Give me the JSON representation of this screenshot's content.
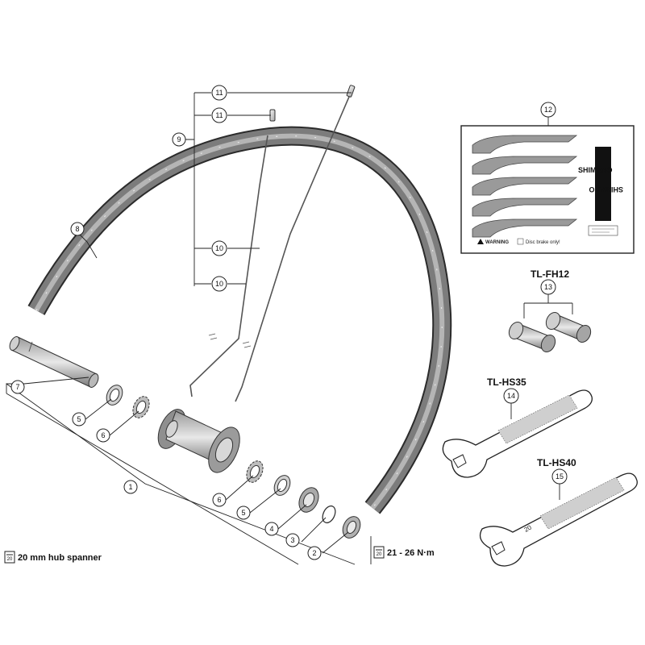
{
  "callouts": {
    "c1": "1",
    "c2": "2",
    "c3": "3",
    "c4": "4",
    "c5a": "5",
    "c5b": "5",
    "c6a": "6",
    "c6b": "6",
    "c7": "7",
    "c8": "8",
    "c9": "9",
    "c10a": "10",
    "c10b": "10",
    "c11a": "11",
    "c11b": "11",
    "c12": "12",
    "c13": "13",
    "c14": "14",
    "c15": "15"
  },
  "tools": {
    "fh12": "TL-FH12",
    "hs35": "TL-HS35",
    "hs40": "TL-HS40"
  },
  "notes": {
    "spanner_text": "20 mm hub spanner",
    "spanner_size": "20",
    "torque_text": "21 - 26 N·m",
    "torque_size": "20"
  },
  "decal": {
    "brand": "SHIMANO",
    "brand_inverted": "SHIMANO",
    "warning": "WARNING",
    "disc_note": "Disc brake only!",
    "spanner_mark": "20"
  }
}
